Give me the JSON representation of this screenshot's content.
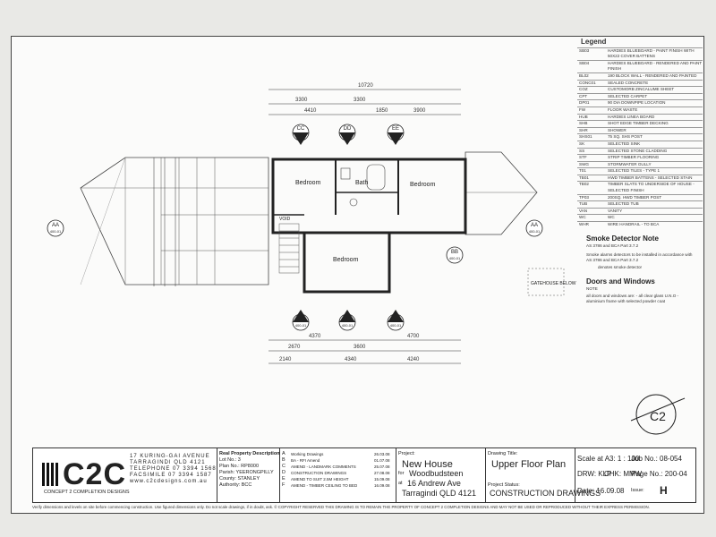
{
  "legend": {
    "title": "Legend",
    "items": [
      {
        "code": "SB03",
        "desc": "HARDIES BLUEBOARD - PAINT FINISH WITH 50X22 COVER BATTENS"
      },
      {
        "code": "SB04",
        "desc": "HARDIES BLUEBOARD - RENDERED AND PAINT FINISH"
      },
      {
        "code": "BL02",
        "desc": "190 BLOCK WALL - RENDERED AND PAINTED"
      },
      {
        "code": "CONC01",
        "desc": "SEALED CONCRETE"
      },
      {
        "code": "COZ",
        "desc": "CUSTOMORB ZINCALUME SHEET"
      },
      {
        "code": "CPT",
        "desc": "SELECTED CARPET"
      },
      {
        "code": "DP01",
        "desc": "90 DIA DOWNPIPE LOCATION"
      },
      {
        "code": "FW",
        "desc": "FLOOR WASTE"
      },
      {
        "code": "HUB",
        "desc": "HARDIES LINEA BOARD"
      },
      {
        "code": "SHB",
        "desc": "SHOT EDGE TIMBER DECKING"
      },
      {
        "code": "SHR",
        "desc": "SHOWER"
      },
      {
        "code": "SHS01",
        "desc": "75 SQ. SHS POST"
      },
      {
        "code": "SK",
        "desc": "SELECTED SINK"
      },
      {
        "code": "SS",
        "desc": "SELECTED STONE CLADDING"
      },
      {
        "code": "STF",
        "desc": "STRIP TIMBER FLOORING"
      },
      {
        "code": "SWG",
        "desc": "STORMWATER GULLY"
      },
      {
        "code": "T01",
        "desc": "SELECTED TILES - TYPE 1"
      },
      {
        "code": "TB01",
        "desc": "HWD TIMBER BATTENS - SELECTED STAIN"
      },
      {
        "code": "TB02",
        "desc": "TIMBER SLATS TO UNDERSIDE OF HOUSE - SELECTED FINISH"
      },
      {
        "code": "TP03",
        "desc": "200SQ. HWD TIMBER POST"
      },
      {
        "code": "TUB",
        "desc": "SELECTED TUB"
      },
      {
        "code": "VAN",
        "desc": "VANITY"
      },
      {
        "code": "WC",
        "desc": "WC"
      },
      {
        "code": "WHR",
        "desc": "WIRE HANDRAIL - TO BCA"
      }
    ],
    "smoke_title": "Smoke Detector Note",
    "smoke_ref": "AS 3786 and BCA Part 3.7.2",
    "smoke_text": "Smoke alarms detectors to be installed in accordance with AS 3786 and BCA Part 3.7.2",
    "smoke_symbol": "denotes smoke detector",
    "doors_title": "Doors and Windows",
    "doors_note": "NOTE",
    "doors_text": "all doors and windows are: - all clear glass U.N.O - aluminium frame with selected powder coat"
  },
  "plan": {
    "rooms": [
      "Bedroom",
      "Bath",
      "Bedroom",
      "Bedroom"
    ],
    "void_label": "VOID",
    "gatehouse": "GATEHOUSE BELOW",
    "top_dims": [
      "10720",
      "3300",
      "3300",
      "4410",
      "1850",
      "3900"
    ],
    "bottom_dims": [
      "4370",
      "4700",
      "2670",
      "3600",
      "2140",
      "4340",
      "4240"
    ],
    "section_tags": [
      {
        "id": "CC",
        "sheet": "400-01"
      },
      {
        "id": "DD",
        "sheet": "400-01"
      },
      {
        "id": "EE",
        "sheet": "400-01"
      },
      {
        "id": "AA",
        "sheet": "400-01"
      },
      {
        "id": "BB",
        "sheet": "400-01"
      }
    ]
  },
  "titleblock": {
    "company": "C2C",
    "company_sub": "CONCEPT 2 COMPLETION DESIGNS",
    "address1": "17 KURING-GAI AVENUE",
    "address2": "TARRAGINDI QLD 4121",
    "telephone": "TELEPHONE 07 3394 1568",
    "facsimile": "FACSIMILE 07 3394 1587",
    "web": "www.c2cdesigns.com.au",
    "property_title": "Real Property Description",
    "lot": "Lot No.: 3",
    "plan_no": "Plan No.: RP8000",
    "parish": "Parish: YEERONGPILLY",
    "county": "County: STANLEY",
    "authority": "Authority: BCC",
    "revisions": [
      {
        "issue": "A",
        "desc": "Working Drawings",
        "date": "26.03.08"
      },
      {
        "issue": "B",
        "desc": "BA - RFI Amend",
        "date": "01.07.08"
      },
      {
        "issue": "C",
        "desc": "AMEND - LANDMARK COMMENTS",
        "date": "25.07.08"
      },
      {
        "issue": "D",
        "desc": "CONSTRUCTION DRAWINGS",
        "date": "27.08.08"
      },
      {
        "issue": "E",
        "desc": "AMEND TO SUIT 2.5M HEIGHT",
        "date": "15.09.08"
      },
      {
        "issue": "F",
        "desc": "AMEND - TIMBER CEILING TO BED",
        "date": "16.09.08"
      }
    ],
    "project_label": "Project:",
    "project": "New House",
    "for_label": "for",
    "client": "Woodbudsteen",
    "at_label": "at",
    "site1": "16 Andrew Ave",
    "site2": "Tarragindi QLD 4121",
    "drawing_title_label": "Drawing Title:",
    "drawing_title": "Upper Floor Plan",
    "project_status_label": "Project Status:",
    "project_status": "CONSTRUCTION DRAWINGS",
    "scale": "Scale at A3: 1 : 100",
    "job": "Job No.: 08-054",
    "drawn": "DRW: KLP",
    "checked": "CHK: MMW",
    "page": "Page No.: 200-04",
    "date": "Date: 16.09.08",
    "issue_label": "Issue:",
    "issue": "H"
  },
  "footer": "Verify dimensions and levels on site before commencing construction. Use figured dimensions only. Do not scale drawings, if in doubt, ask. © COPYRIGHT RESERVED THIS DRAWING IS TO REMAIN THE PROPERTY OF CONCEPT 2 COMPLETION DESIGNS AND MAY NOT BE USED OR REPRODUCED WITHOUT THEIR EXPRESS PERMISSION."
}
